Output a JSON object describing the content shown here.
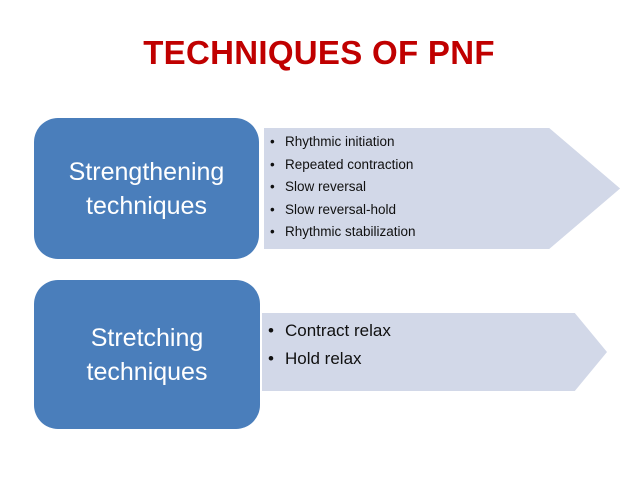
{
  "slide": {
    "title": "TECHNIQUES OF PNF",
    "background_color": "#ffffff",
    "title_color": "#c00000",
    "accent_blue": "#4a7ebb",
    "arrow_fill": "#d2d8e8",
    "bullet_text_color": "#101010",
    "label_text_color": "#ffffff"
  },
  "blocks": [
    {
      "label": "Strengthening techniques",
      "label_line1": "Strengthening",
      "label_line2": "techniques",
      "items": [
        "Rhythmic initiation",
        "Repeated contraction",
        "Slow reversal",
        "Slow reversal-hold",
        "Rhythmic stabilization"
      ]
    },
    {
      "label": "Stretching techniques",
      "label_line1": "Stretching",
      "label_line2": "techniques",
      "items": [
        "Contract relax",
        "Hold relax"
      ]
    }
  ]
}
